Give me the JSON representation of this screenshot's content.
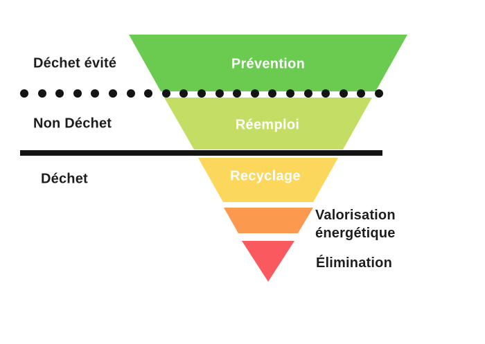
{
  "diagram": {
    "type": "inverted-pyramid-waste-hierarchy",
    "background_color": "#ffffff",
    "zones": {
      "avoided_waste": "Déchet évité",
      "non_waste": "Non Déchet",
      "waste": "Déchet"
    },
    "levels": [
      {
        "name": "Prévention",
        "color": "#6bcb51",
        "label_placement": "inside"
      },
      {
        "name": "Réemploi",
        "color": "#c3dd65",
        "label_placement": "inside"
      },
      {
        "name": "Recyclage",
        "color": "#fbd75b",
        "label_placement": "inside"
      },
      {
        "name": "Valorisation énergétique",
        "color": "#fb9a4e",
        "label_placement": "right"
      },
      {
        "name": "Élimination",
        "color": "#fa5a5f",
        "label_placement": "right"
      }
    ],
    "separators": {
      "dotted_line_dot_count": 21,
      "line_color": "#141414"
    }
  }
}
